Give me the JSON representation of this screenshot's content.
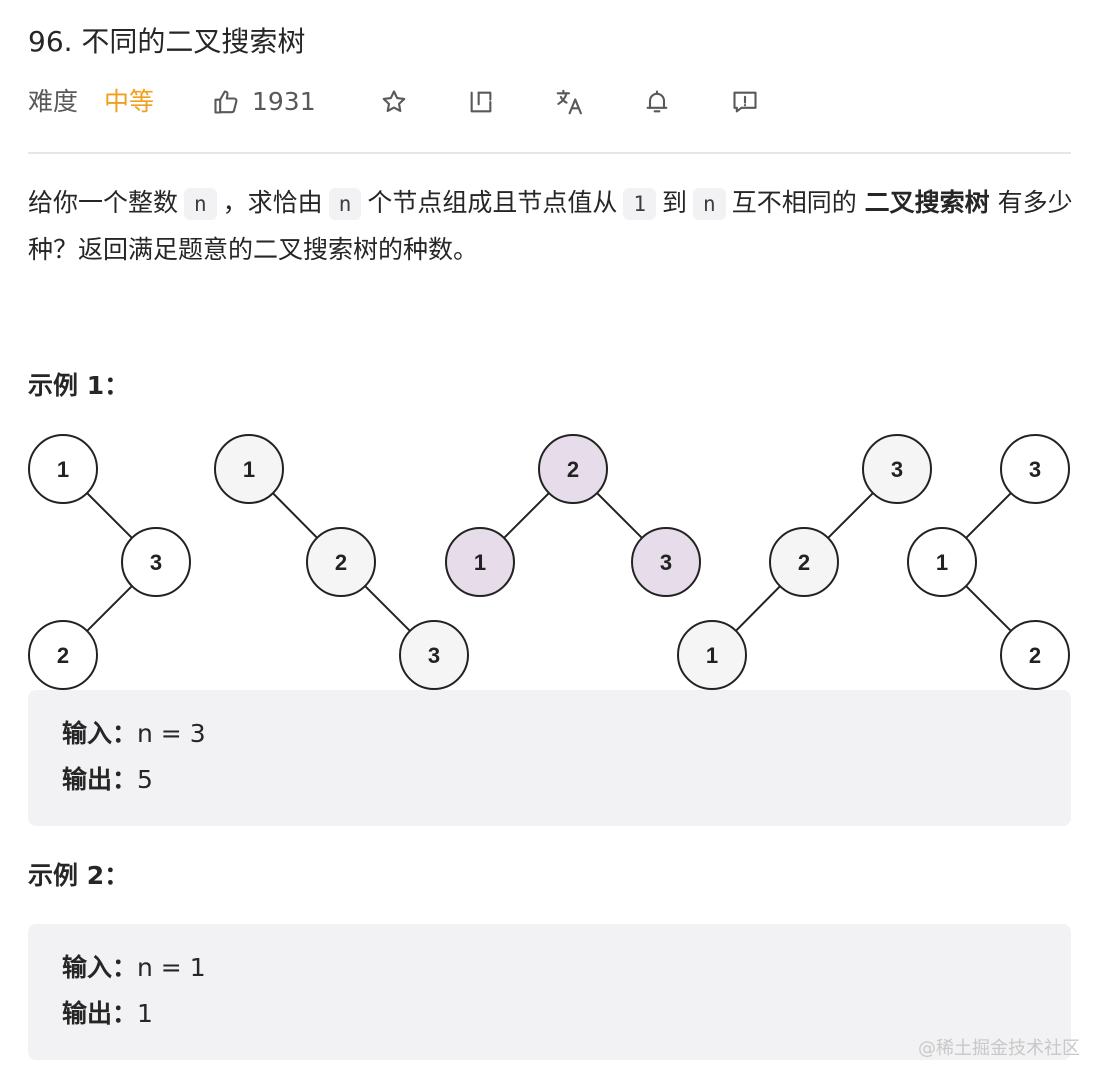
{
  "problem": {
    "title": "96. 不同的二叉搜索树",
    "difficulty_label": "难度",
    "difficulty_value": "中等",
    "likes": "1931",
    "colors": {
      "difficulty": "#f0a020",
      "highlight_node": "#e6dcea",
      "plain_node": "#f5f5f5",
      "white_node": "#ffffff"
    },
    "toolbar_icons": [
      "thumbs-up-icon",
      "star-icon",
      "share-icon",
      "translate-icon",
      "bell-icon",
      "feedback-icon"
    ]
  },
  "description": {
    "p1": "给你一个整数",
    "code_n": "n",
    "p2": "，求恰由",
    "p3": "个节点组成且节点值从",
    "code_1": "1",
    "p4": "到",
    "p5": "互不相同的",
    "bold": "二叉搜索树",
    "p6": "有多少种？返回满足题意的二叉搜索树的种数。"
  },
  "example1": {
    "title": "示例 1：",
    "input_label": "输入：",
    "input_value": "n = 3",
    "output_label": "输出：",
    "output_value": "5",
    "trees": [
      {
        "nodes": [
          "1",
          "3",
          "2"
        ],
        "fill": "white"
      },
      {
        "nodes": [
          "1",
          "2",
          "3"
        ],
        "fill": "gray"
      },
      {
        "nodes": [
          "2",
          "1",
          "3"
        ],
        "fill": "purple"
      },
      {
        "nodes": [
          "3",
          "2",
          "1"
        ],
        "fill": "gray"
      },
      {
        "nodes": [
          "3",
          "1",
          "2"
        ],
        "fill": "white"
      }
    ]
  },
  "example2": {
    "title": "示例 2：",
    "input_label": "输入：",
    "input_value": "n = 1",
    "output_label": "输出：",
    "output_value": "1"
  },
  "watermark": "@稀土掘金技术社区"
}
